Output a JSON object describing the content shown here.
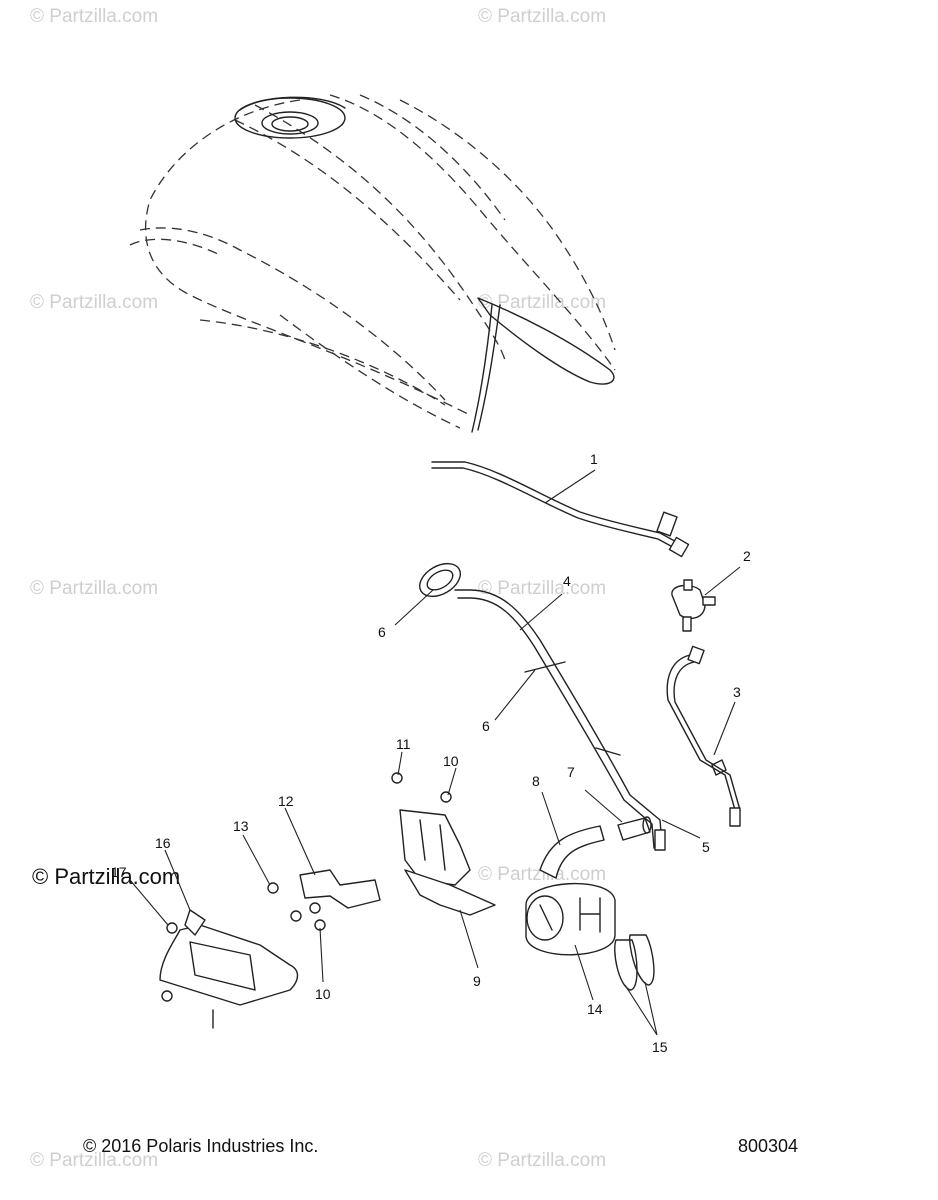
{
  "watermarks": {
    "text": "© Partzilla.com",
    "highlight_text": "© Partzilla.com"
  },
  "footer": {
    "copyright": "© 2016 Polaris Industries Inc.",
    "diagram_number": "800304"
  },
  "callouts": [
    "1",
    "2",
    "3",
    "4",
    "5",
    "6",
    "6",
    "7",
    "8",
    "9",
    "10",
    "10",
    "11",
    "12",
    "13",
    "14",
    "15",
    "16",
    "17"
  ],
  "colors": {
    "line": "#222222",
    "watermark": "#cfcfcf"
  }
}
